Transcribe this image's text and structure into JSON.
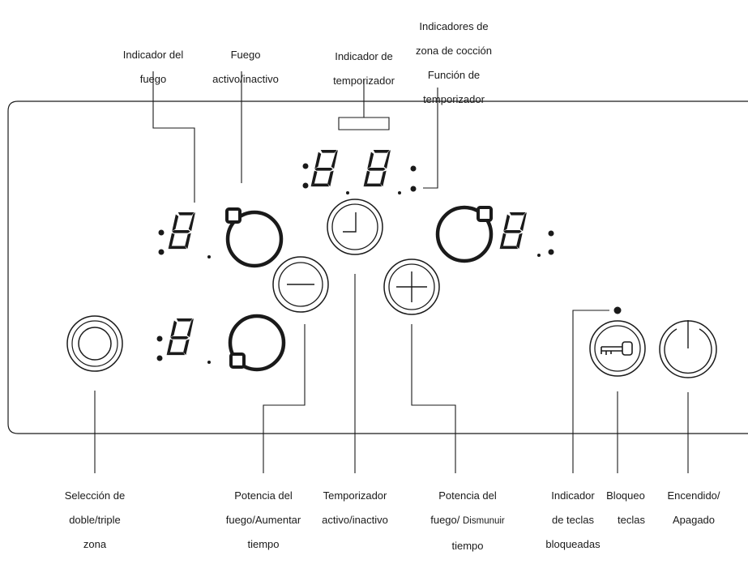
{
  "colors": {
    "ink": "#1a1a1a",
    "background": "#ffffff"
  },
  "displays": {
    "left_upper": "8.",
    "left_lower": "8.",
    "right_upper": "8.",
    "timer": "88"
  },
  "labels": {
    "indicador_fuego": [
      "Indicador del",
      "fuego"
    ],
    "fuego_activo": [
      "Fuego",
      "activo/inactivo"
    ],
    "indicador_temporizador": [
      "Indicador de",
      "temporizador"
    ],
    "indicadores_zona": [
      "Indicadores de",
      "zona de cocción",
      "Función de",
      "temporizador"
    ],
    "seleccion_zona": [
      "Selección de",
      "doble/triple",
      "zona"
    ],
    "potencia_aumentar": [
      "Potencia del",
      "fuego/Aumentar",
      "tiempo"
    ],
    "temporizador_activo": [
      "Temporizador",
      "activo/inactivo"
    ],
    "potencia_dismunuir": {
      "line1": "Potencia del",
      "line2a": "fuego/ ",
      "line2b": "Dismunuir",
      "line3": "tiempo"
    },
    "indicador_teclas": [
      "Indicador",
      "de teclas",
      "bloqueadas"
    ],
    "bloqueo_teclas": [
      "Bloqueo",
      "teclas"
    ],
    "encendido": [
      "Encendido/",
      "Apagado"
    ]
  },
  "icons": {
    "dual_zone_button": "double-ring-icon",
    "minus_button": "minus-icon",
    "timer_button": "clock-icon",
    "plus_button": "plus-icon",
    "lock_button": "key-icon",
    "power_button": "power-icon",
    "lock_led": "dot-icon"
  }
}
